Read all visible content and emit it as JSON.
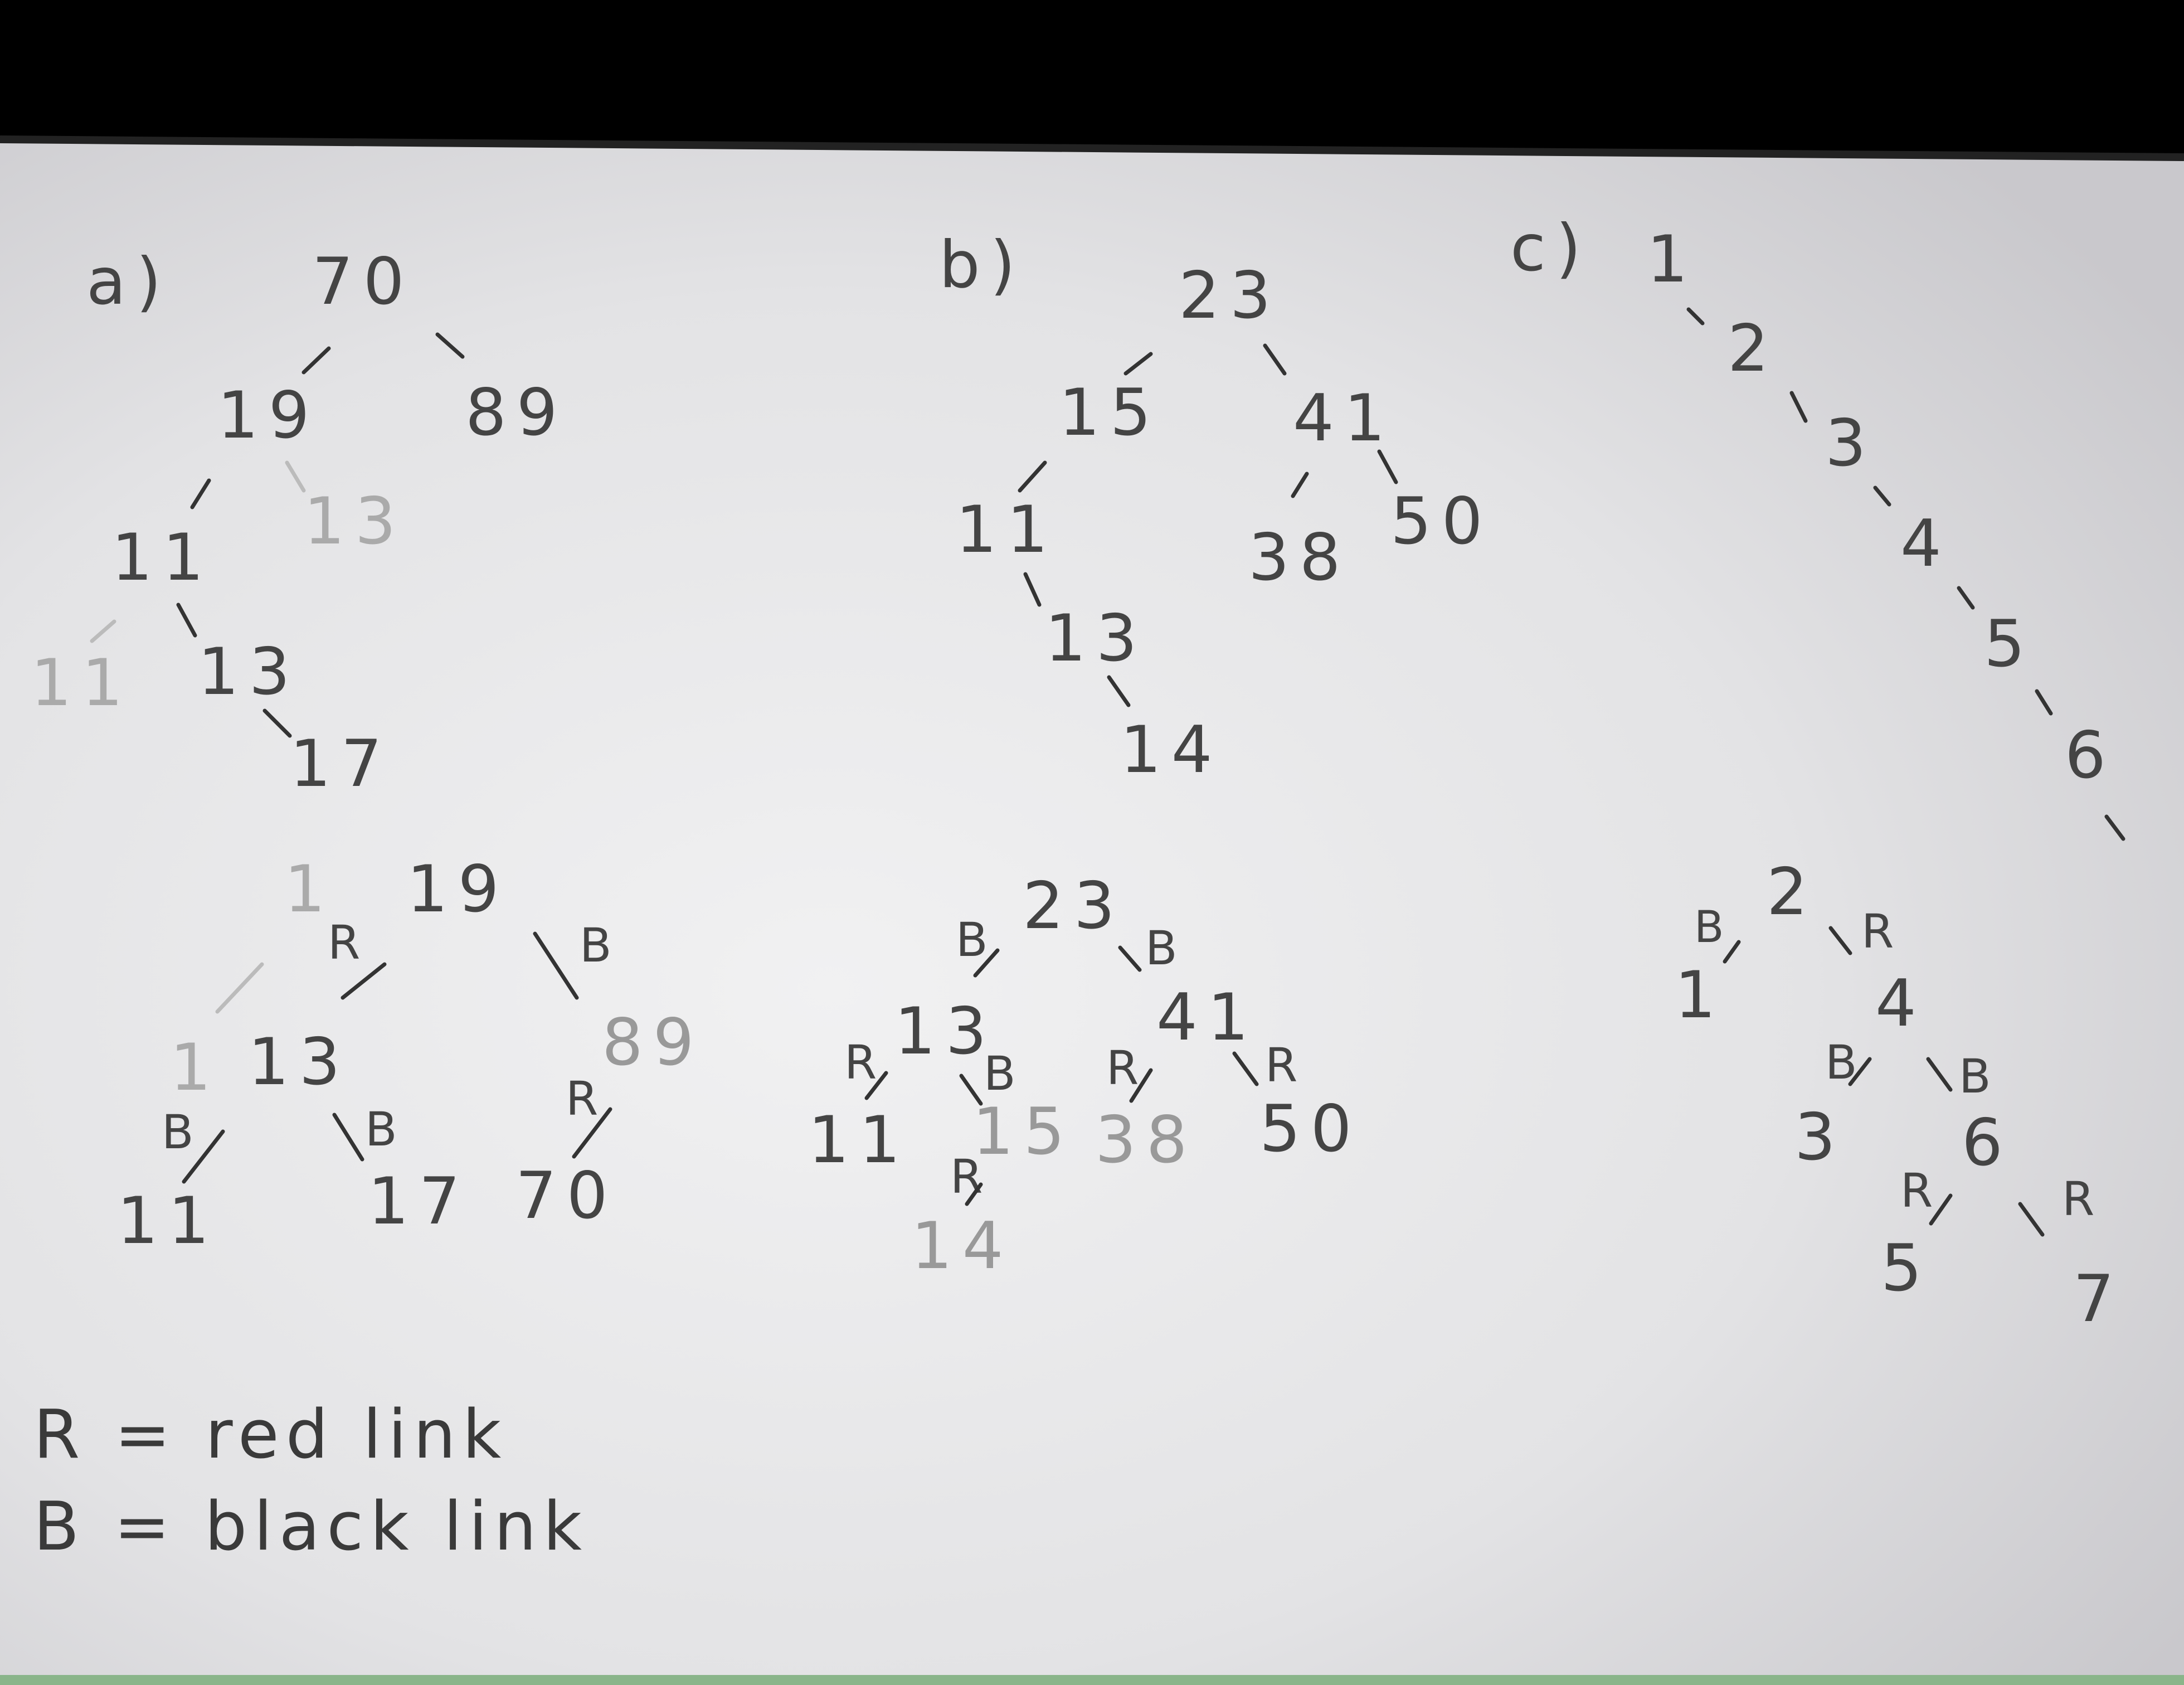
{
  "sections": {
    "a": {
      "label": "a)"
    },
    "b": {
      "label": "b)"
    },
    "c": {
      "label": "c)"
    }
  },
  "trees": {
    "a_bst": {
      "nodes": [
        "70",
        "19",
        "89",
        "11",
        "13",
        "17"
      ],
      "faint": [
        "13",
        "11"
      ]
    },
    "a_rb": {
      "nodes": [
        "19",
        "13",
        "89",
        "11",
        "17",
        "70"
      ],
      "links": [
        "R",
        "B",
        "B",
        "B",
        "R"
      ],
      "faint": [
        "1",
        "1"
      ]
    },
    "b_bst": {
      "nodes": [
        "23",
        "15",
        "41",
        "11",
        "38",
        "50",
        "13",
        "14"
      ]
    },
    "b_rb": {
      "nodes": [
        "23",
        "13",
        "41",
        "11",
        "15",
        "38",
        "50",
        "14"
      ],
      "links": [
        "B",
        "B",
        "R",
        "B",
        "R",
        "R",
        "R"
      ]
    },
    "c_bst": {
      "nodes": [
        "1",
        "2",
        "3",
        "4",
        "5",
        "6"
      ]
    },
    "c_rb": {
      "nodes": [
        "2",
        "1",
        "4",
        "3",
        "6",
        "5",
        "7"
      ],
      "links": [
        "B",
        "R",
        "B",
        "B",
        "R",
        "R"
      ]
    }
  },
  "legend": {
    "red": "R = red link",
    "black": "B = black link"
  },
  "colors": {
    "paper": "#e4e4e6",
    "ink": "#444444",
    "faint_ink": "#aaaaaa",
    "background": "#000000"
  }
}
